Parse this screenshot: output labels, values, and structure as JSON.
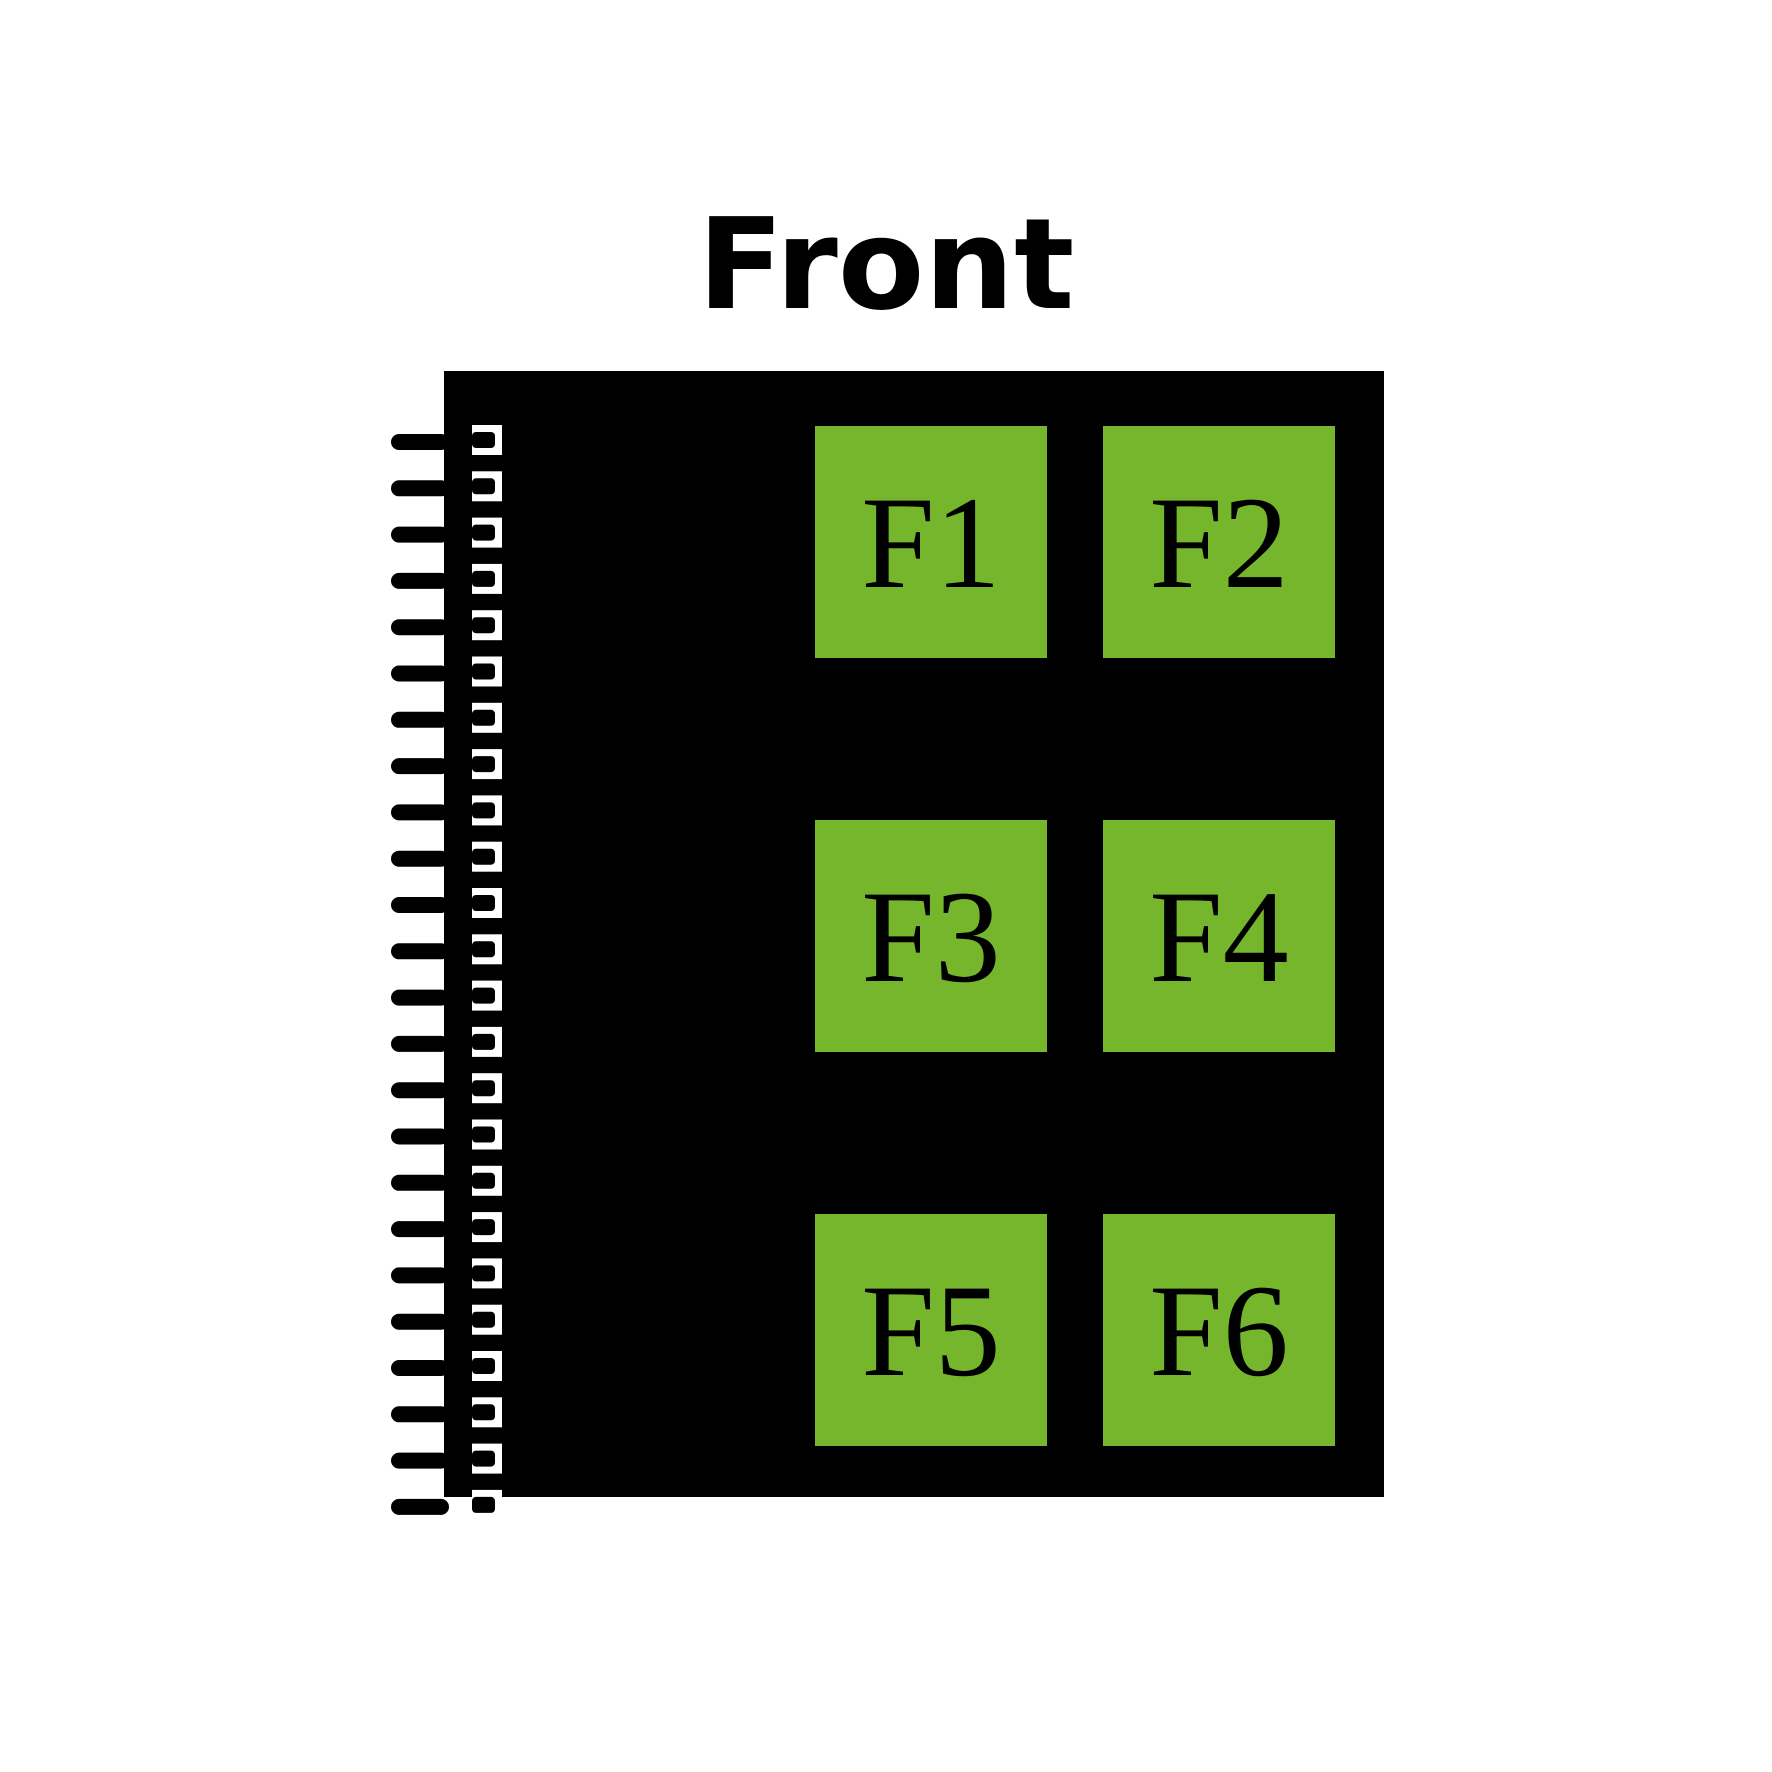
{
  "title": "Front",
  "colors": {
    "board": "#000000",
    "slot": "#76b62c",
    "pin": "#000000",
    "pad": "#ffffff"
  },
  "pins": {
    "count": 24
  },
  "slots": [
    {
      "label": "F1"
    },
    {
      "label": "F2"
    },
    {
      "label": "F3"
    },
    {
      "label": "F4"
    },
    {
      "label": "F5"
    },
    {
      "label": "F6"
    }
  ]
}
